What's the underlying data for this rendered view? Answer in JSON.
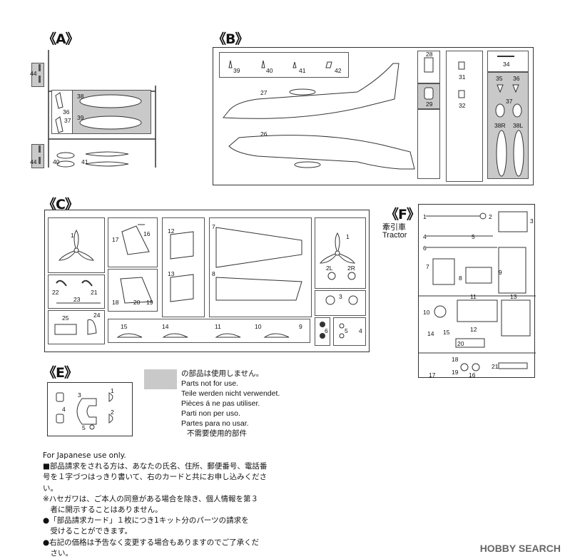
{
  "sprues": {
    "A": {
      "title": "《A》",
      "parts": [
        "44",
        "38",
        "36",
        "37",
        "39",
        "44",
        "40",
        "41"
      ]
    },
    "B": {
      "title": "《B》",
      "parts": [
        "39",
        "40",
        "41",
        "42",
        "27",
        "26",
        "28",
        "29",
        "31",
        "32",
        "34",
        "35",
        "36",
        "37",
        "38R",
        "38L"
      ]
    },
    "C": {
      "title": "《C》",
      "parts": [
        "1",
        "17",
        "16",
        "18",
        "20",
        "19",
        "12",
        "13",
        "7",
        "8",
        "1",
        "2L",
        "2R",
        "3",
        "22",
        "21",
        "23",
        "25",
        "24",
        "15",
        "14",
        "11",
        "10",
        "9",
        "6",
        "5",
        "4"
      ]
    },
    "E": {
      "title": "《E》",
      "parts": [
        "3",
        "1",
        "4",
        "2",
        "5"
      ]
    },
    "F": {
      "title": "《F》",
      "subtitle_jp": "牽引車",
      "subtitle_en": "Tractor",
      "parts": [
        "1",
        "2",
        "3",
        "4",
        "5",
        "6",
        "7",
        "8",
        "9",
        "10",
        "11",
        "12",
        "13",
        "14",
        "15",
        "16",
        "17",
        "18",
        "19",
        "20",
        "21"
      ]
    }
  },
  "legend": {
    "jp": "の部品は使用しません。",
    "lines": [
      "Parts not for use.",
      "Teile werden nicht verwendet.",
      "Pièces á ne pas utiliser.",
      "Parti non per uso.",
      "Partes para no usar.",
      "不需要使用的部件"
    ]
  },
  "notes": [
    "For Japanese use only.",
    "■部品請求をされる方は、あなたの氏名、住所、郵便番号、電話番",
    "号を１字づつはっきり書いて、右のカードと共にお申し込みくださ",
    "い。",
    "※ハセガワは、ご本人の同意がある場合を除き、個人情報を第３",
    "　者に開示することはありません。",
    "●「部品請求カード」１枚につき1キット分のパーツの請求を",
    "　受けることができます。",
    "●右記の価格は予告なく変更する場合もありますのでご了承くだ",
    "　さい。"
  ],
  "watermark": "HOBBY SEARCH",
  "colors": {
    "unused_gray": "#c9c9c9",
    "line": "#333333"
  }
}
